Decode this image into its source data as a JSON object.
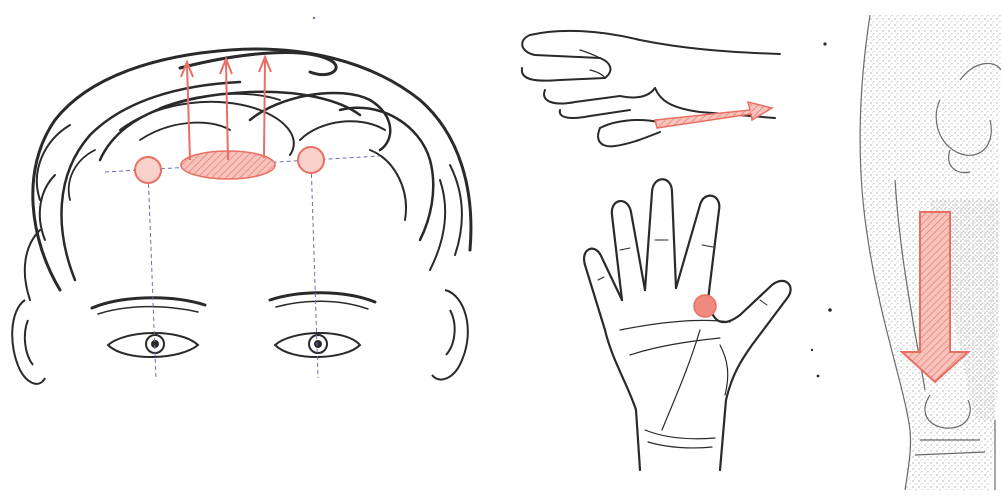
{
  "figure": {
    "panels": [
      {
        "id": "head",
        "depicts": "head-with-hairline"
      },
      {
        "id": "side-hand",
        "depicts": "hand-side-view"
      },
      {
        "id": "palm",
        "depicts": "open-palm"
      },
      {
        "id": "leg",
        "depicts": "thigh-and-knee"
      }
    ],
    "markers": [
      {
        "id": "forehead-left-point",
        "shape": "circle"
      },
      {
        "id": "forehead-right-point",
        "shape": "circle"
      },
      {
        "id": "forehead-center-zone",
        "shape": "ellipse"
      },
      {
        "id": "palm-point",
        "shape": "filled-circle"
      }
    ],
    "arrows": [
      {
        "id": "head-arrow-1",
        "direction": "up"
      },
      {
        "id": "head-arrow-2",
        "direction": "up"
      },
      {
        "id": "head-arrow-3",
        "direction": "up"
      },
      {
        "id": "hand-arrow",
        "direction": "right"
      },
      {
        "id": "thigh-arrow",
        "direction": "down"
      }
    ]
  },
  "colors": {
    "ink": "#2a2a2a",
    "guide": "#6a6fb8",
    "accent": "#ea6f63",
    "accent_fill": "#f2b1a8",
    "accent_fill_strong": "#ee8a7e",
    "stipple": "#8a8a8a"
  }
}
